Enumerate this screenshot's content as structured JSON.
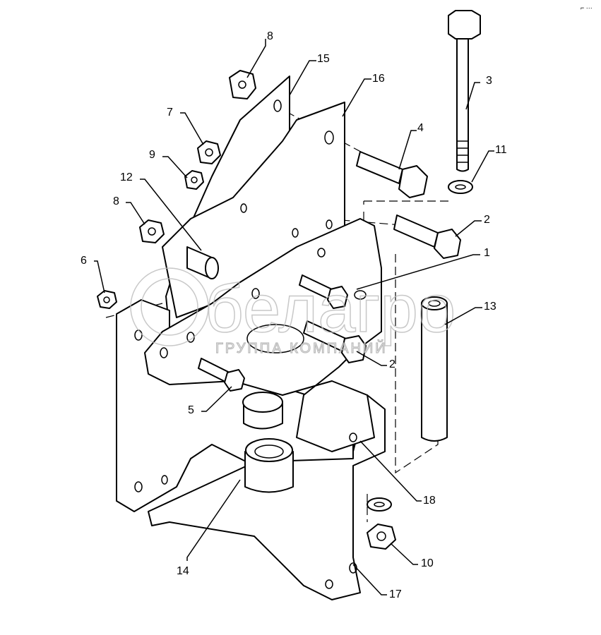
{
  "diagram": {
    "title": "Exploded parts diagram - bracket assembly",
    "corner_mark": "⌐ ⋯",
    "watermark": {
      "brand": "белагро",
      "subtitle": "ГРУППА КОМПАНИЙ"
    },
    "callouts": [
      {
        "id": "c8a",
        "label": "8"
      },
      {
        "id": "c15",
        "label": "15"
      },
      {
        "id": "c16",
        "label": "16"
      },
      {
        "id": "c3",
        "label": "3"
      },
      {
        "id": "c7",
        "label": "7"
      },
      {
        "id": "c4",
        "label": "4"
      },
      {
        "id": "c11",
        "label": "11"
      },
      {
        "id": "c9",
        "label": "9"
      },
      {
        "id": "c12",
        "label": "12"
      },
      {
        "id": "c8b",
        "label": "8"
      },
      {
        "id": "c2a",
        "label": "2"
      },
      {
        "id": "c6",
        "label": "6"
      },
      {
        "id": "c1",
        "label": "1"
      },
      {
        "id": "c13",
        "label": "13"
      },
      {
        "id": "c2b",
        "label": "2"
      },
      {
        "id": "c5",
        "label": "5"
      },
      {
        "id": "c18",
        "label": "18"
      },
      {
        "id": "c14",
        "label": "14"
      },
      {
        "id": "c10",
        "label": "10"
      },
      {
        "id": "c17",
        "label": "17"
      }
    ]
  }
}
